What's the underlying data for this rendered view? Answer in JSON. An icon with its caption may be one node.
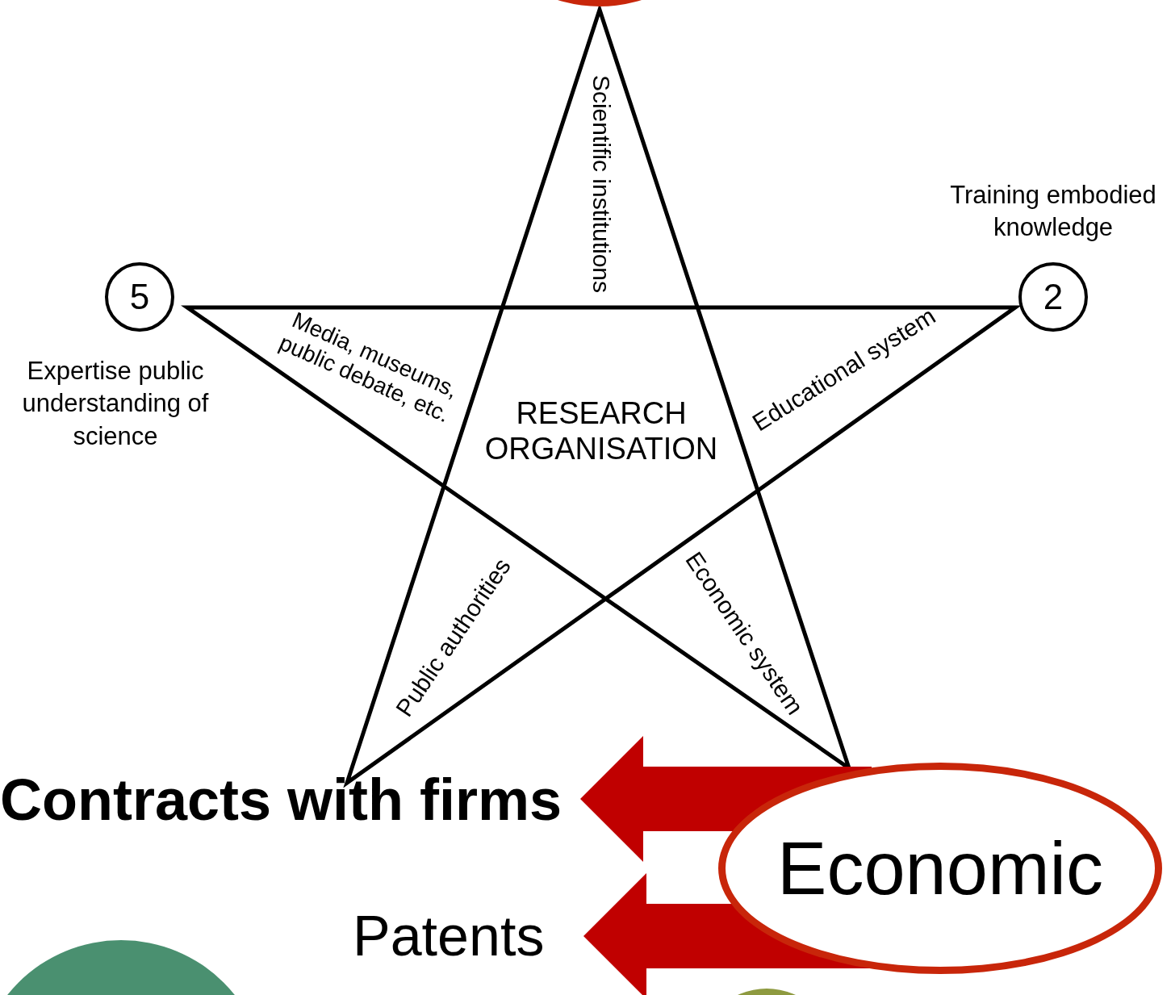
{
  "diagram": {
    "nodes": [
      {
        "text": [
          "5"
        ],
        "beside": [
          "Expertise public understanding of science"
        ]
      },
      {
        "text": [
          "2"
        ],
        "beside": [
          "Training embodied knowledge"
        ]
      },
      {
        "text": [
          "Economic"
        ]
      },
      {
        "text": [
          "Contracts with firms"
        ]
      },
      {
        "text": [
          "Patents"
        ]
      },
      {
        "text": [],
        "shape": "ellipse"
      }
    ],
    "edges": [
      {
        "from": 2,
        "to": 3,
        "arrow": "to"
      },
      {
        "from": 2,
        "to": 4,
        "arrow": "to"
      }
    ],
    "labels": [
      "Scientific institutions",
      "Media, museums, public debate, etc.",
      "RESEARCH ORGANISATION",
      "Educational system",
      "Public authorities",
      "Economic system"
    ]
  }
}
